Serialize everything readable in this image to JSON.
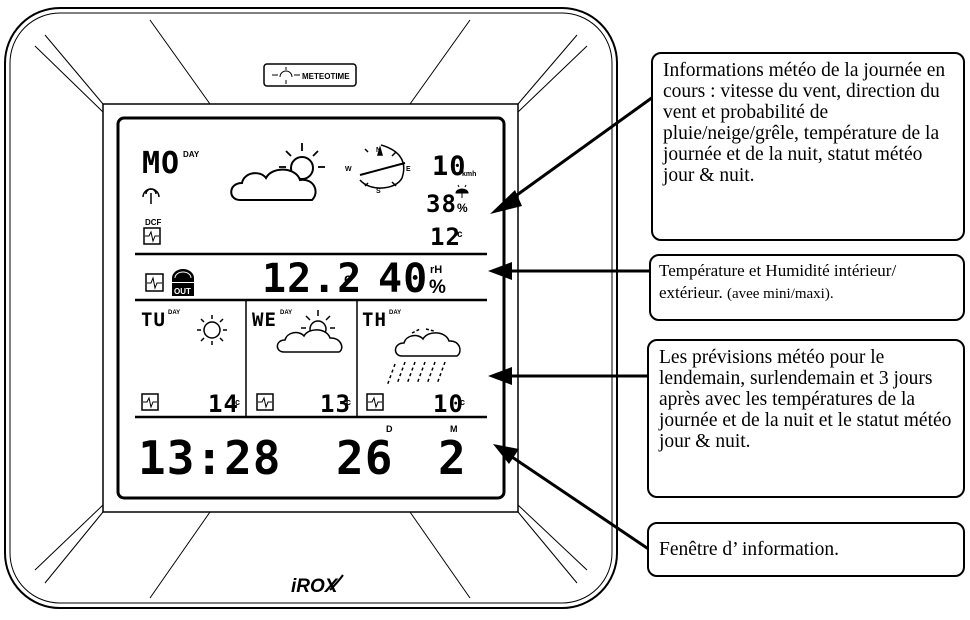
{
  "device": {
    "badge": "METEOTIME",
    "brand": "iROX",
    "day_current": "MO",
    "day_suffix": "DAY",
    "wind_speed": "10",
    "wind_unit": "kmh",
    "precip_prob": "38",
    "precip_unit": "%",
    "night_temp": "12",
    "temp_unit": "c",
    "dcf_label": "DCF",
    "compass": {
      "n": "N",
      "e": "E",
      "s": "S",
      "w": "W"
    },
    "out_label": "OUT",
    "temperature": "12.2",
    "humidity": "40",
    "rh_label": "rH",
    "rh_unit": "%",
    "forecast": [
      {
        "day": "TU",
        "suffix": "DAY",
        "temp": "14",
        "weather": "sun-icon"
      },
      {
        "day": "WE",
        "suffix": "DAY",
        "temp": "13",
        "weather": "sun-cloud-icon"
      },
      {
        "day": "TH",
        "suffix": "DAY",
        "temp": "10",
        "weather": "rain-icon"
      }
    ],
    "time": "13:28",
    "date_day": "26",
    "date_month": "2",
    "day_label": "D",
    "month_label": "M"
  },
  "callouts": {
    "current_day": "Informations météo de la journée en cours : vitesse du vent, direction du vent et probabilité de pluie/neige/grêle, température de la journée et de la nuit, statut météo jour & nuit.",
    "indoor_outdoor_main": "Température et Humidité intérieur/ extérieur.",
    "indoor_outdoor_note": "(avee mini/maxi).",
    "forecast": "Les prévisions météo pour le lendemain, surlendemain et 3 jours après avec les températures de la journée et de la nuit et le statut météo jour & nuit.",
    "info_window": "Fenêtre d’ information."
  }
}
